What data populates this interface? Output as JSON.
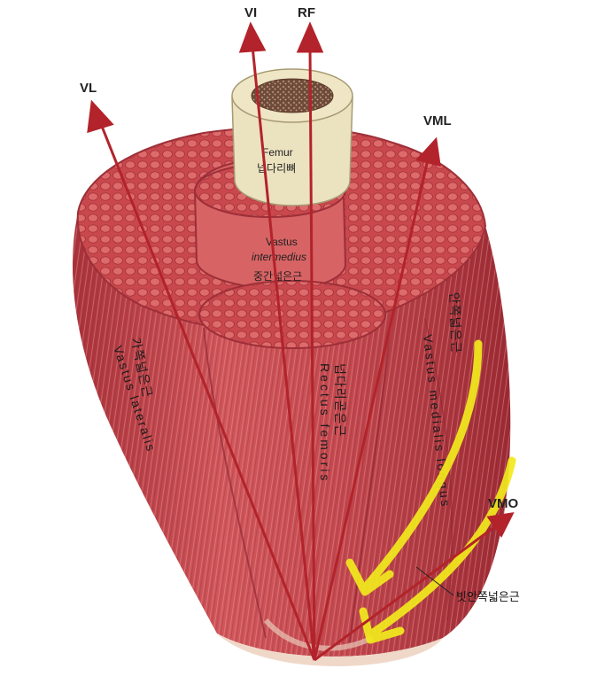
{
  "arrows": {
    "vl": "VL",
    "vi": "VI",
    "rf": "RF",
    "vml": "VML",
    "vmo": "VMO"
  },
  "structures": {
    "femur": "Femur",
    "femur_kr": "넙다리뼈",
    "vastus_intermedius_1": "Vastus",
    "vastus_intermedius_2": "intermedius",
    "vastus_intermedius_kr": "중간넓은근"
  },
  "muscles": {
    "vastus_lateralis": "Vastus lateralis",
    "vastus_lateralis_kr": "가쪽넓은근",
    "rectus_femoris": "Rectus femoris",
    "rectus_femoris_kr": "넙다리곧은근",
    "vastus_medialis_longus": "Vastus medialis longus",
    "vastus_medialis_longus_kr": "안쪽넓은근",
    "vastus_medialis_oblique_kr": "빗안쪽넓은근"
  },
  "colors": {
    "muscle": "#c8474c",
    "muscle_dark": "#9e2b33",
    "muscle_light": "#e07a7a",
    "bone": "#efe6c6",
    "marrow": "#7d5a45",
    "arrow": "#b3232b",
    "highlight": "#f2ea1d"
  }
}
